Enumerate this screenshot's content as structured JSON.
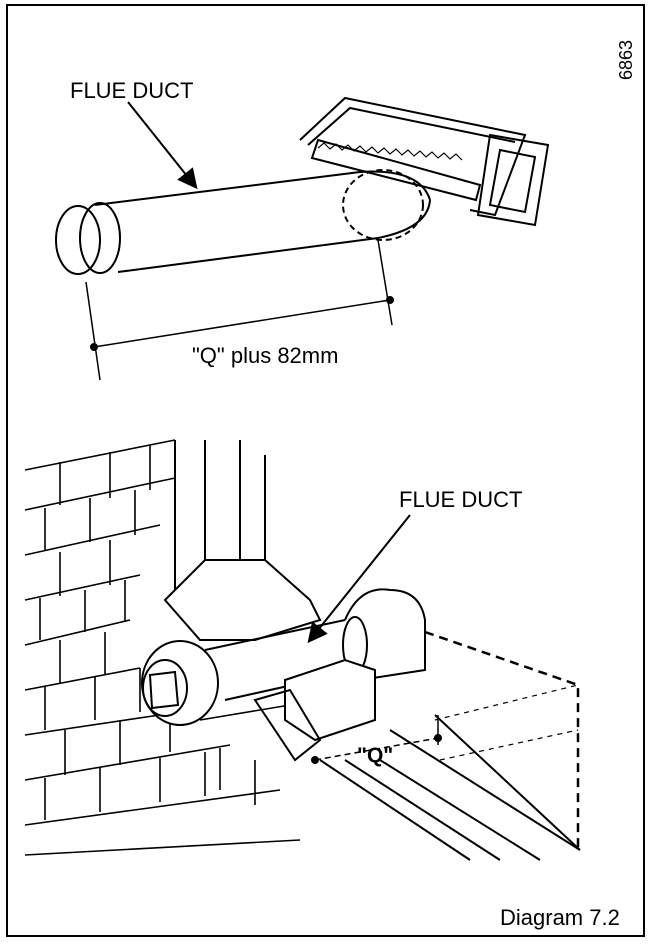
{
  "labels": {
    "flue_duct_top": "FLUE DUCT",
    "q_plus_82": "\"Q\" plus 82mm",
    "flue_duct_bottom": "FLUE DUCT",
    "q": "\"Q\"",
    "diagram_caption": "Diagram 7.2",
    "reference_number": "6863"
  },
  "colors": {
    "line": "#000000",
    "background": "#ffffff"
  }
}
